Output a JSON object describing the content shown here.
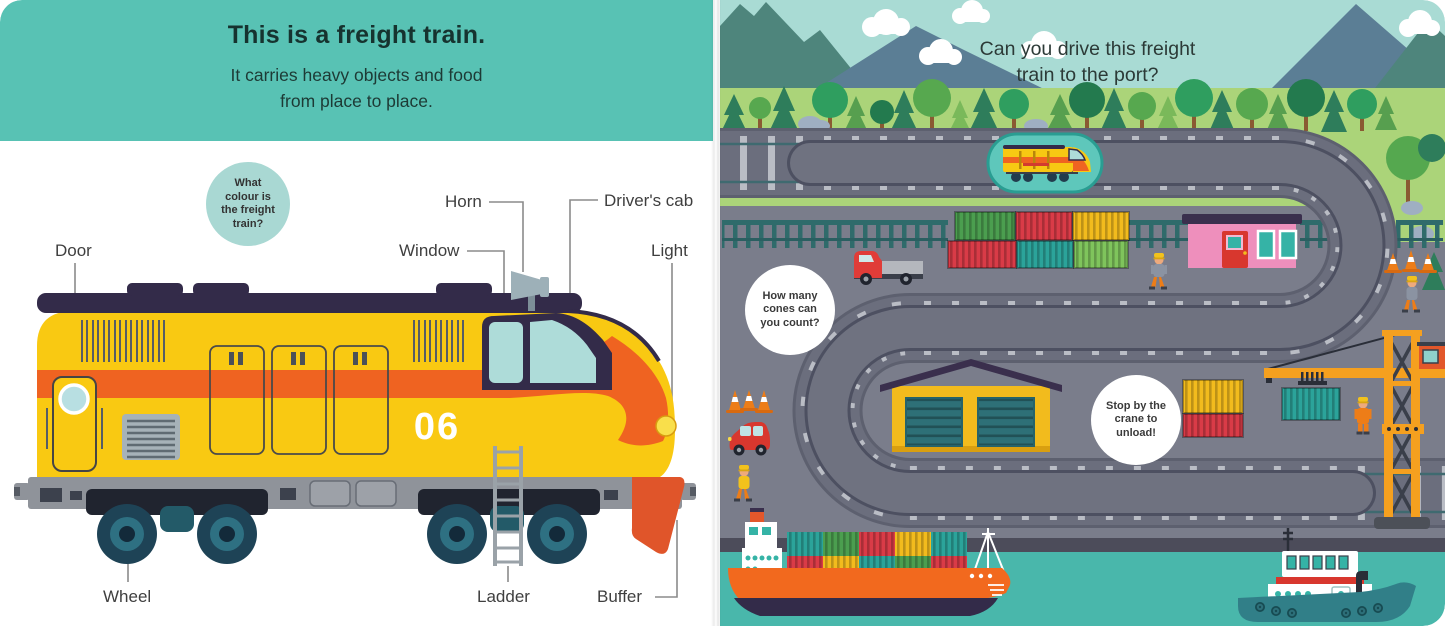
{
  "left_page": {
    "header": {
      "title": "This is a freight train.",
      "subtitle_line1": "It carries heavy objects and food",
      "subtitle_line2": "from place to place."
    },
    "question_bubble": "What colour is the freight train?",
    "labels": {
      "door": "Door",
      "horn": "Horn",
      "drivers_cab": "Driver's cab",
      "window": "Window",
      "light": "Light",
      "wheel": "Wheel",
      "ladder": "Ladder",
      "buffer": "Buffer"
    },
    "train_number": "06"
  },
  "right_page": {
    "question_line1": "Can you drive this freight",
    "question_line2": "train to the port?",
    "cones_bubble": "How many cones can you count?",
    "crane_bubble": "Stop by the crane to unload!"
  },
  "colors": {
    "header_teal": "#58c2b4",
    "sky": "#a9dbd4",
    "grass": "#abd479",
    "ground_gray": "#7a7d8b",
    "track_gray": "#6b6e7d",
    "tie_gray": "#babdc5",
    "slot_teal": "#5ec7bb",
    "water_teal": "#49b7ab",
    "train_yellow": "#f9c912",
    "train_orange": "#ef6321",
    "train_roof_purple": "#332b49",
    "window_teal": "#aedcd9",
    "container_red": "#d93b47",
    "container_green": "#4b9e4f",
    "container_yellow": "#f2bb1d",
    "container_teal": "#2ba39a",
    "crane_orange": "#f5a01f",
    "ship_orange": "#f2691e",
    "building_pink": "#ee8fbc"
  }
}
